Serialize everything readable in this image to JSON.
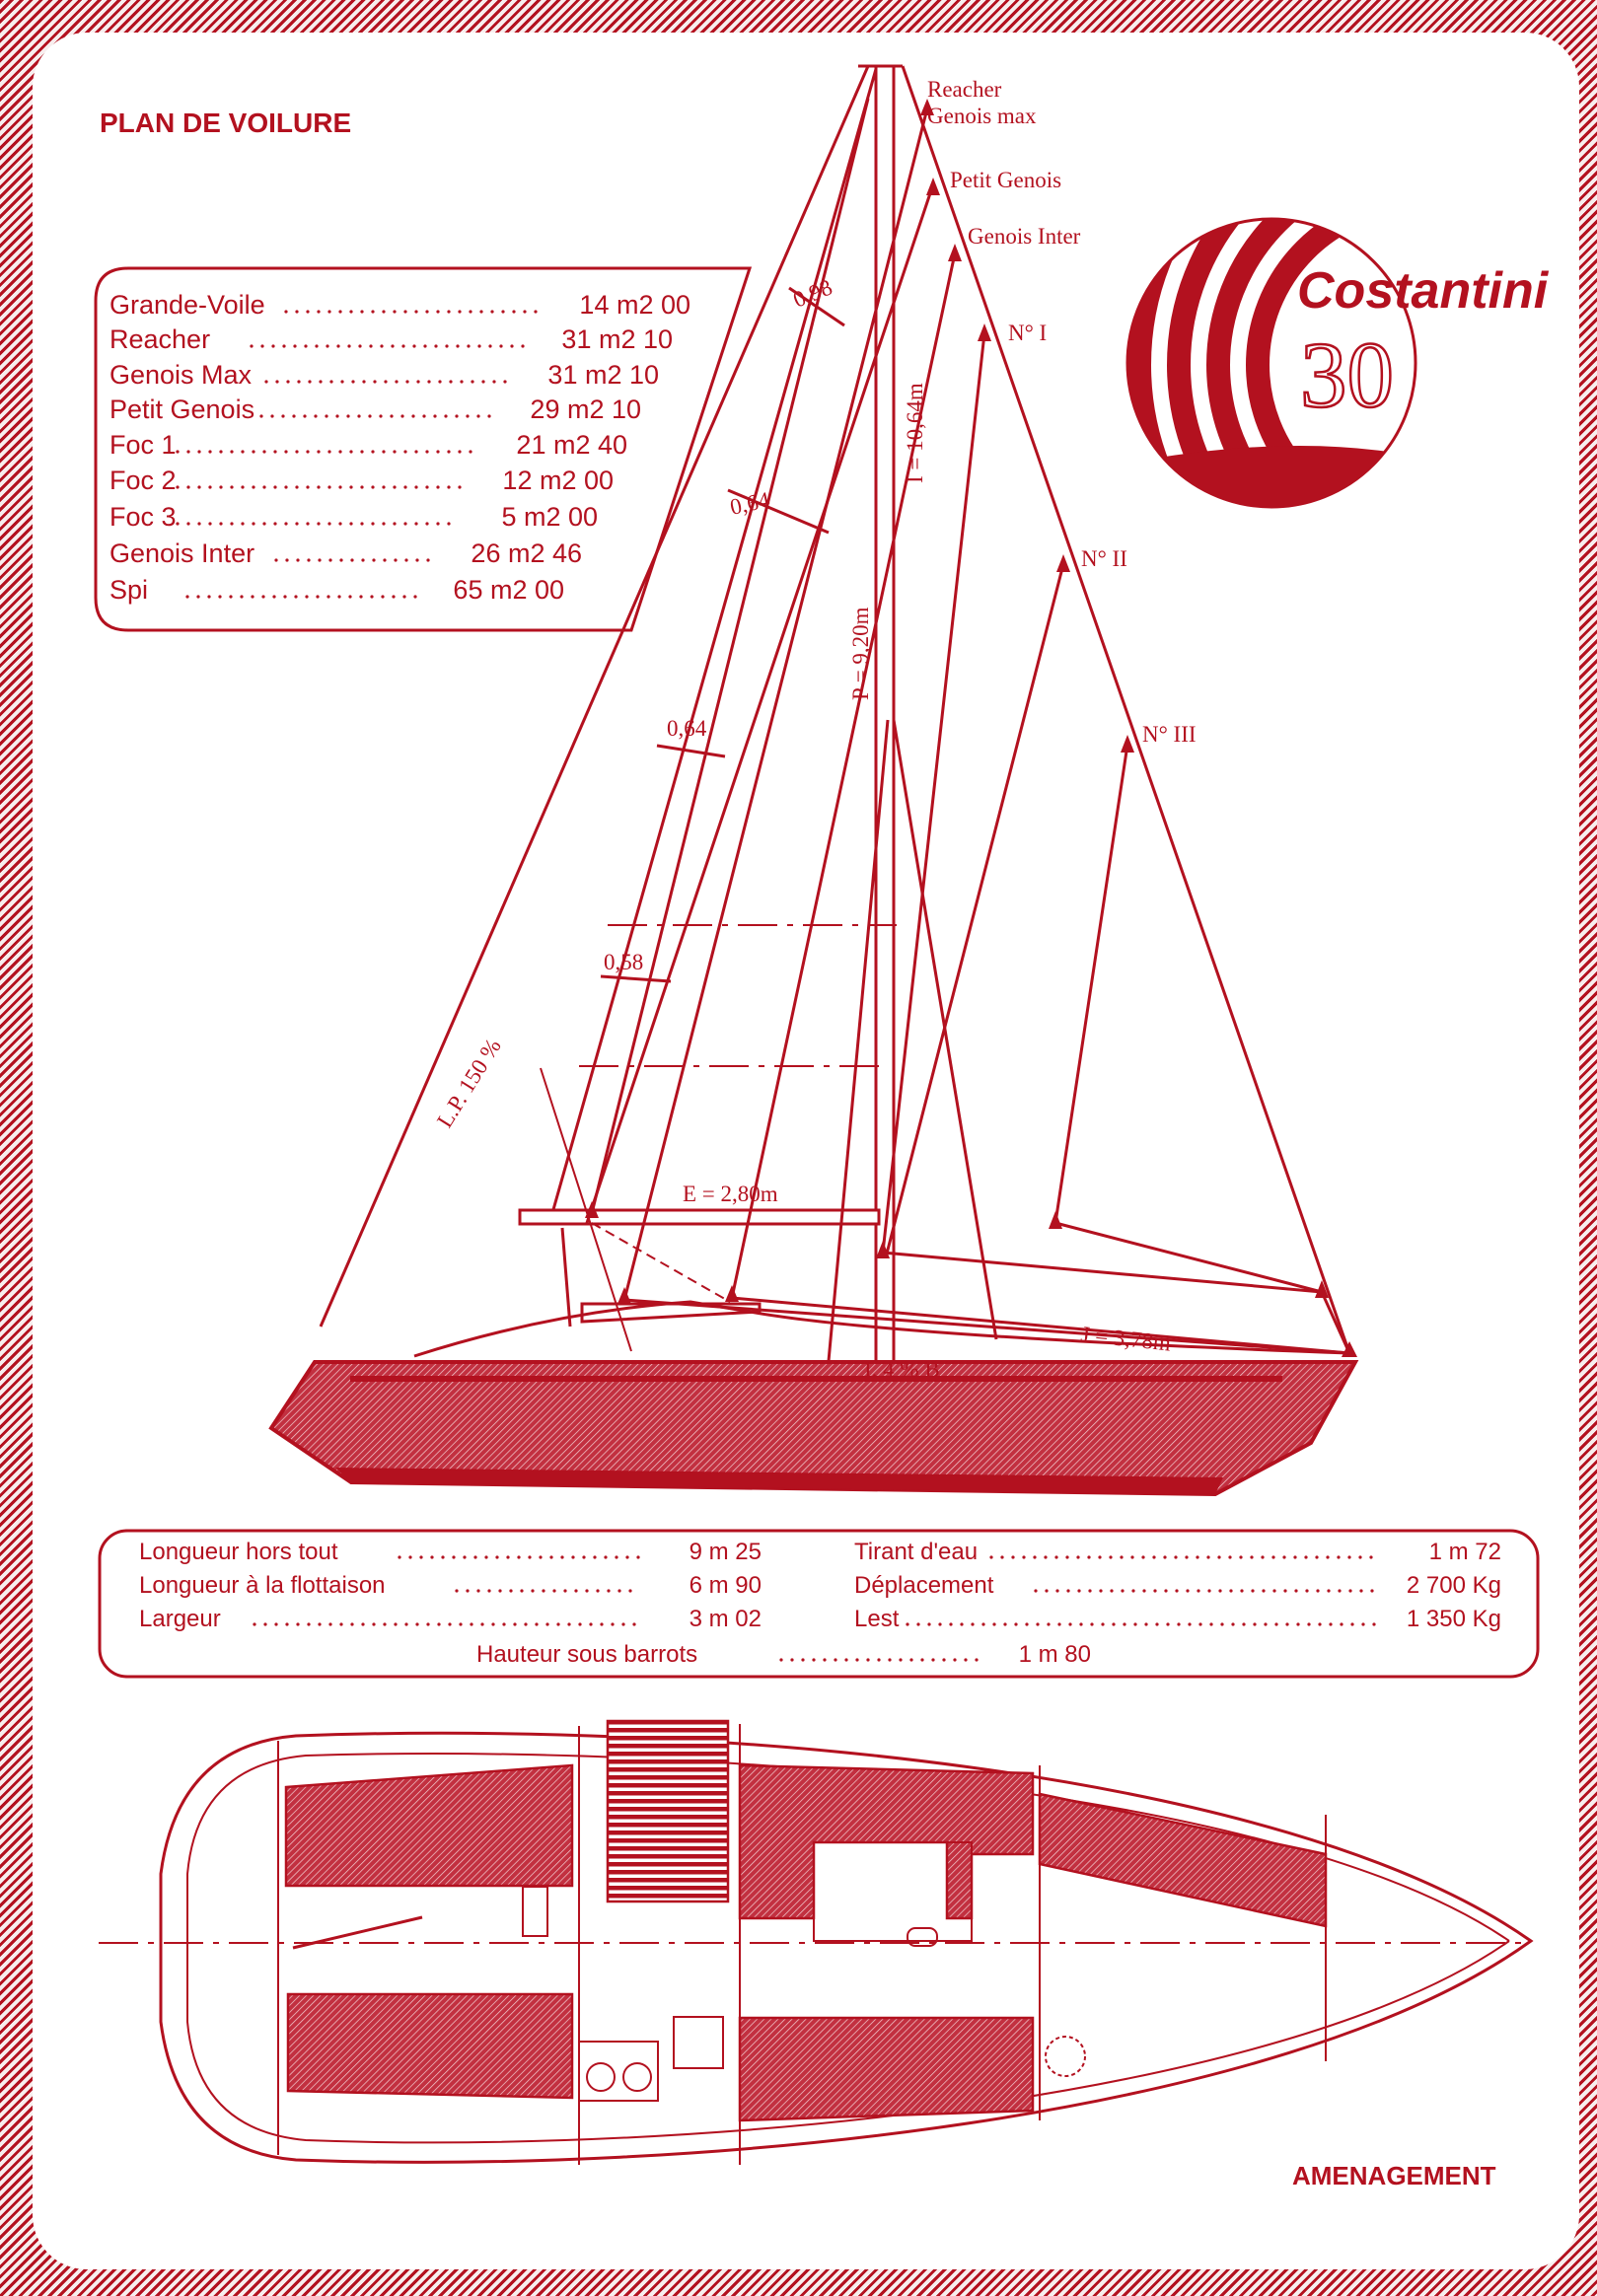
{
  "colors": {
    "brand_red": "#b3111f",
    "paper": "#ffffff"
  },
  "header": {
    "title": "PLAN DE VOILURE"
  },
  "logo": {
    "brand": "Costantini",
    "model": "30"
  },
  "sail_areas": [
    {
      "label": "Grande-Voile",
      "value": "14 m2 00"
    },
    {
      "label": "Reacher",
      "value": "31 m2 10"
    },
    {
      "label": "Genois Max",
      "value": "31 m2 10"
    },
    {
      "label": "Petit Genois",
      "value": "29 m2 10"
    },
    {
      "label": "Foc 1",
      "value": "21 m2 40"
    },
    {
      "label": "Foc 2",
      "value": "12 m2 00"
    },
    {
      "label": "Foc 3",
      "value": "5 m2 00"
    },
    {
      "label": "Genois Inter",
      "value": "26 m2 46"
    },
    {
      "label": "Spi",
      "value": "65 m2 00"
    }
  ],
  "sail_plan_labels": {
    "reacher": "Reacher",
    "genois_max": "Genois max",
    "petit_genois": "Petit Genois",
    "genois_inter": "Genois Inter",
    "n1": "N° I",
    "n2": "N° II",
    "n3": "N° III",
    "batten_1": "0,98",
    "batten_2": "0,64",
    "batten_3": "0,64",
    "batten_4": "0,58",
    "i_dim": "I = 10,64m",
    "p_dim": "P = 9,20m",
    "lp": "L.P. 150 %",
    "e_dim": "E = 2,80m",
    "j_dim": "J = 3,78m",
    "ib": "I. 4 % B"
  },
  "dimensions": {
    "left": [
      {
        "label": "Longueur hors tout",
        "value": "9 m 25"
      },
      {
        "label": "Longueur à la flottaison",
        "value": "6 m 90"
      },
      {
        "label": "Largeur",
        "value": "3 m 02"
      }
    ],
    "right": [
      {
        "label": "Tirant d'eau",
        "value": "1 m 72"
      },
      {
        "label": "Déplacement",
        "value": "2 700 Kg"
      },
      {
        "label": "Lest",
        "value": "1 350 Kg"
      }
    ],
    "bottom": {
      "label": "Hauteur sous barrots",
      "value": "1 m 80"
    }
  },
  "layout": {
    "title": "AMENAGEMENT"
  }
}
